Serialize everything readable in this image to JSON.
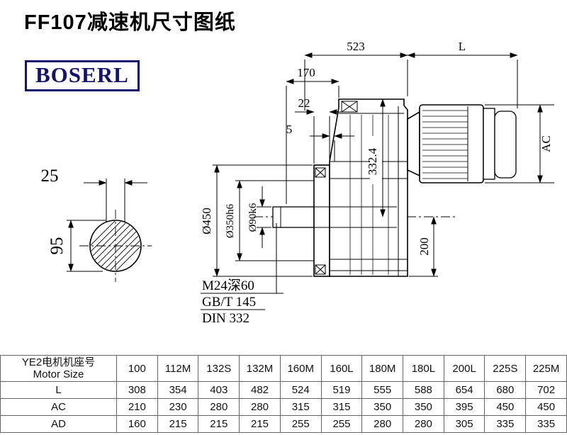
{
  "page": {
    "title": "FF107减速机尺寸图纸"
  },
  "logo": {
    "text": "BOSERL"
  },
  "drawing": {
    "dims": {
      "top_width": "523",
      "motor_length": "L",
      "d170": "170",
      "d22": "22",
      "d5": "5",
      "ac": "AC",
      "d332_4": "332.4",
      "d200": "200",
      "dia450": "Ø450",
      "dia350": "Ø350h6",
      "dia90": "Ø90k6",
      "key_width": "25",
      "shaft_height": "95"
    },
    "notes": {
      "tap": "M24深60",
      "std1": "GB/T 145",
      "std2": "DIN 332"
    }
  },
  "table": {
    "header_cn": "YE2电机机座号",
    "header_en": "Motor Size",
    "columns": [
      "100",
      "112M",
      "132S",
      "132M",
      "160M",
      "160L",
      "180M",
      "180L",
      "200L",
      "225S",
      "225M"
    ],
    "rows": [
      {
        "label": "L",
        "values": [
          "308",
          "354",
          "403",
          "482",
          "524",
          "519",
          "555",
          "588",
          "654",
          "680",
          "702"
        ]
      },
      {
        "label": "AC",
        "values": [
          "210",
          "230",
          "280",
          "280",
          "315",
          "315",
          "350",
          "350",
          "395",
          "450",
          "450"
        ]
      },
      {
        "label": "AD",
        "values": [
          "160",
          "215",
          "215",
          "215",
          "255",
          "255",
          "280",
          "280",
          "305",
          "335",
          "335"
        ]
      }
    ]
  }
}
